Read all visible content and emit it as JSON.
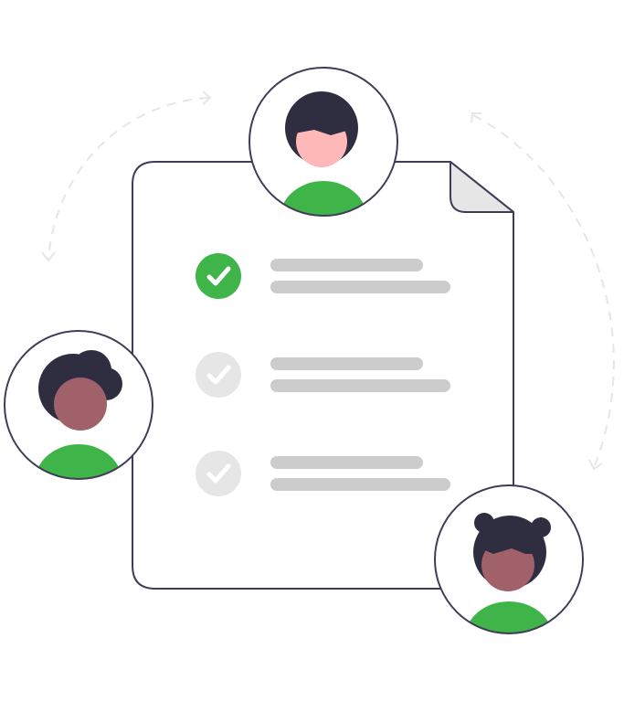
{
  "illustration": {
    "name": "team-checklist",
    "checklist": {
      "items": [
        {
          "state": "checked",
          "icon": "check-icon"
        },
        {
          "state": "unchecked",
          "icon": "check-icon"
        },
        {
          "state": "unchecked",
          "icon": "check-icon"
        }
      ]
    },
    "avatars": [
      {
        "position": "top",
        "skin": "light"
      },
      {
        "position": "left",
        "skin": "dark"
      },
      {
        "position": "bottom-right",
        "skin": "dark"
      }
    ]
  },
  "colors": {
    "outline": "#3f3d56",
    "hair": "#2f2e41",
    "accent_green": "#3fb549",
    "inactive": "#e6e6e6",
    "placeholder_bar": "#cccccc",
    "skin_light": "#ffb8b8",
    "skin_dark": "#a0616a"
  }
}
